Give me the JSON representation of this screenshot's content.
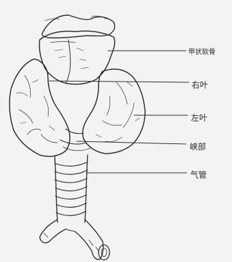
{
  "labels": {
    "thyroid_cartilage": "甲状软骨",
    "right_lobe": "右叶",
    "left_lobe": "左叶",
    "isthmus": "峡部",
    "trachea": "气管"
  },
  "colors": {
    "background": "#f3f3f1",
    "ink": "#2e2e2e"
  }
}
